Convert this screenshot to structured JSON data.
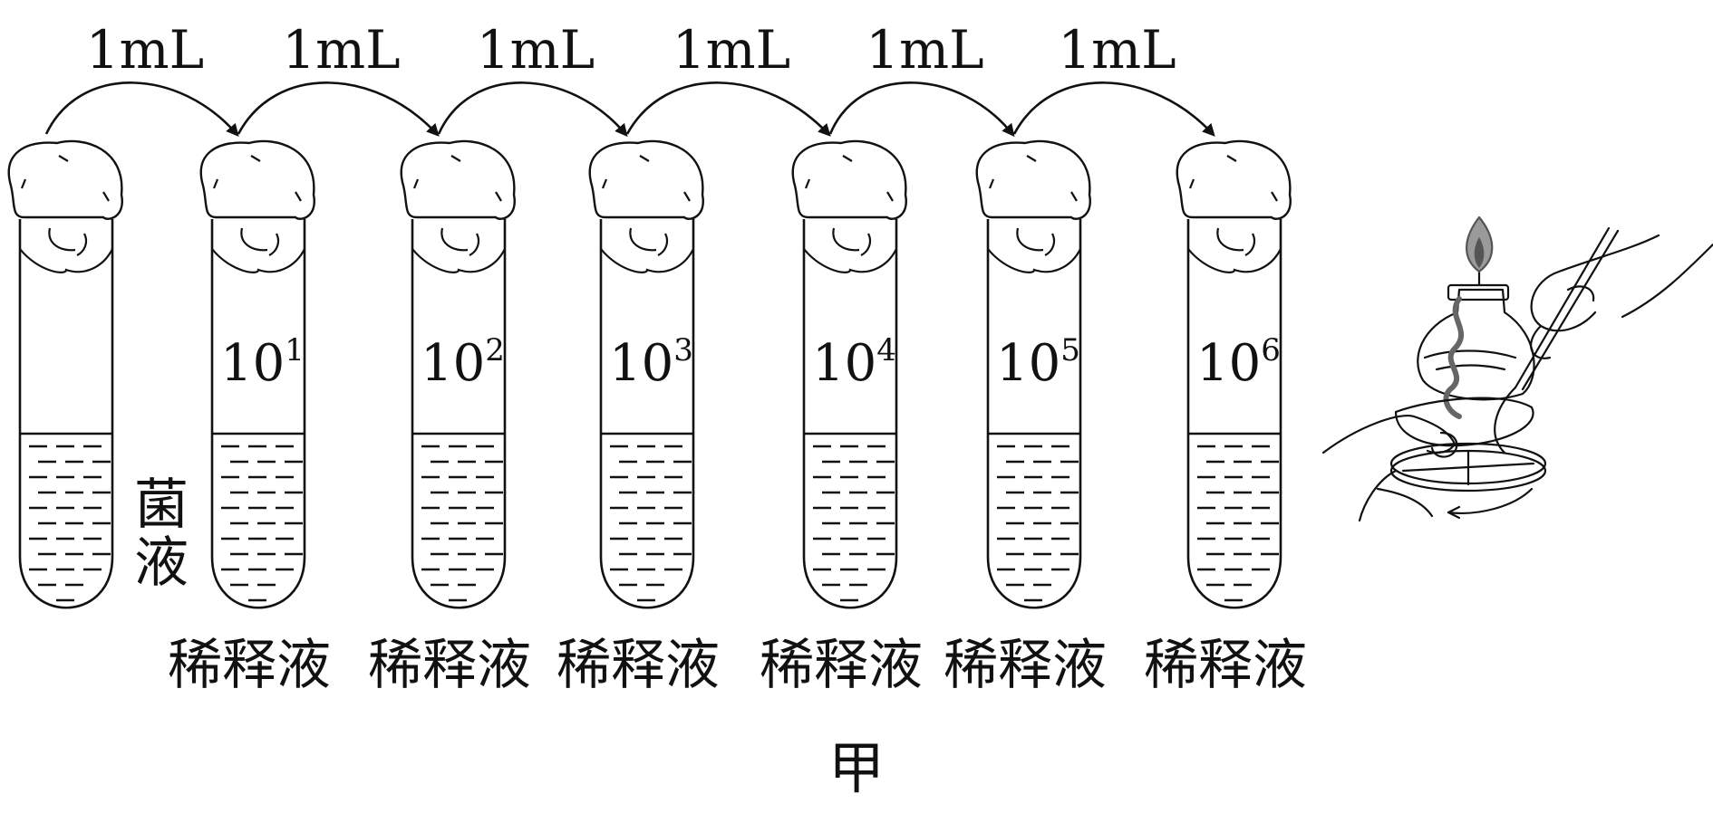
{
  "transfers": [
    {
      "label": "1mL"
    },
    {
      "label": "1mL"
    },
    {
      "label": "1mL"
    },
    {
      "label": "1mL"
    },
    {
      "label": "1mL"
    },
    {
      "label": "1mL"
    }
  ],
  "tubes": [
    {
      "base": "",
      "exp": "",
      "caption": "",
      "side_label_1": "菌",
      "side_label_2": "液"
    },
    {
      "base": "10",
      "exp": "1",
      "caption": "稀释液"
    },
    {
      "base": "10",
      "exp": "2",
      "caption": "稀释液"
    },
    {
      "base": "10",
      "exp": "3",
      "caption": "稀释液"
    },
    {
      "base": "10",
      "exp": "4",
      "caption": "稀释液"
    },
    {
      "base": "10",
      "exp": "5",
      "caption": "稀释液"
    },
    {
      "base": "10",
      "exp": "6",
      "caption": "稀释液"
    }
  ],
  "figure_label": "甲",
  "illustration": {
    "name": "spread-plate-with-alcohol-lamp"
  }
}
